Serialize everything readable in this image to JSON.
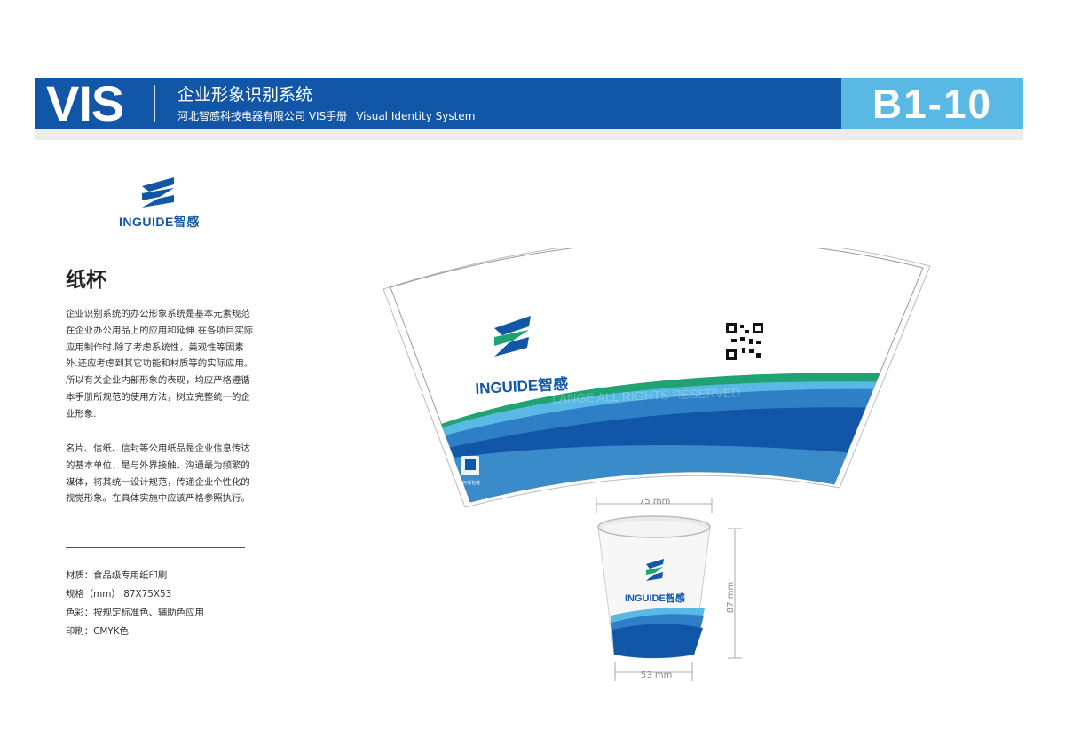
{
  "header": {
    "logo_text": "VIS",
    "title": "企业形象识别系统",
    "subtitle_cn": "河北智感科技电器有限公司 VIS手册",
    "subtitle_en": "Visual Identity System",
    "page_code": "B1-10"
  },
  "brand": {
    "name": "INGUIDE智感"
  },
  "section": {
    "title": "纸杯",
    "paragraph_1": "企业识别系统的办公形象系统是基本元素规范在企业办公用品上的应用和延伸.在各项目实际应用制作时.除了考虑系统性，美观性等因素外.还应考虑到其它功能和材质等的实际应用。所以有关企业内部形象的表现，均应严格遵循本手册所规范的使用方法，树立完整统一的企业形象.",
    "paragraph_2": "名片、信纸、信封等公用纸品是企业信息传达的基本单位，是与外界接触、沟通最为频繁的媒体，将其统一设计规范，传递企业个性化的视觉形象。在具体实施中应该严格参照执行。"
  },
  "specs": [
    {
      "text": "材质：食品级专用纸印刷"
    },
    {
      "text": "规格（mm）:87X75X53"
    },
    {
      "text": "色彩：按规定标准色、辅助色应用"
    },
    {
      "text": "印刷：CMYK色"
    }
  ],
  "mockup": {
    "top_diameter": "75 mm",
    "bottom_diameter": "53 mm",
    "height": "87 mm",
    "watermark": "LANGE ALL RIGHTS RESERVED",
    "eco_label": "环保包装"
  },
  "colors": {
    "primary_blue": "#1256a8",
    "light_blue": "#5ab8e4",
    "green": "#1fa372"
  }
}
